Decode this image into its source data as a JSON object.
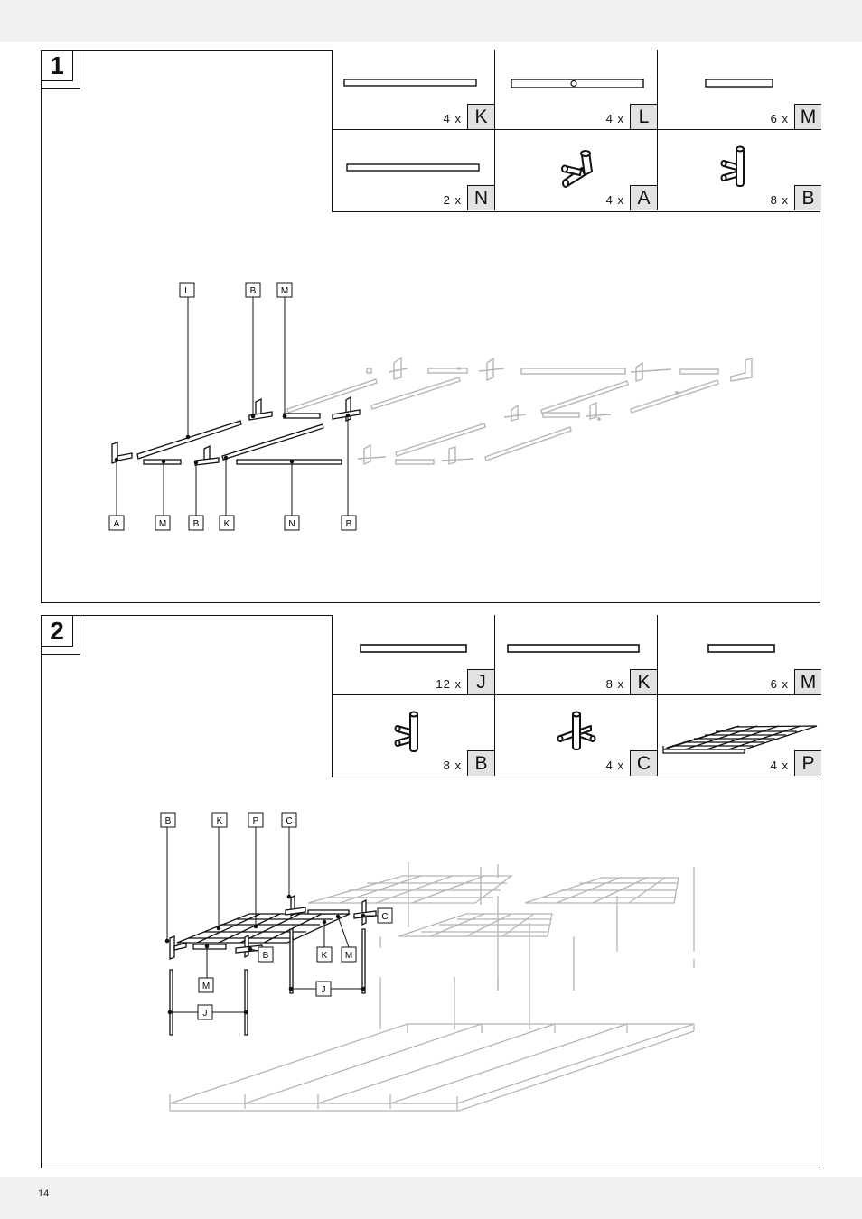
{
  "steps": [
    {
      "number": "1",
      "parts": [
        {
          "qty": "4 x",
          "letter": "K",
          "icon": "bar-long-icon"
        },
        {
          "qty": "4 x",
          "letter": "L",
          "icon": "bar-with-hole-icon"
        },
        {
          "qty": "6 x",
          "letter": "M",
          "icon": "bar-short-icon"
        },
        {
          "qty": "2 x",
          "letter": "N",
          "icon": "bar-extra-long-icon"
        },
        {
          "qty": "4 x",
          "letter": "A",
          "icon": "corner-connector-icon"
        },
        {
          "qty": "8 x",
          "letter": "B",
          "icon": "t-connector-icon"
        }
      ],
      "callouts_top": [
        "L",
        "B",
        "M"
      ],
      "callouts_bottom": [
        "A",
        "M",
        "B",
        "K",
        "N",
        "B"
      ]
    },
    {
      "number": "2",
      "parts": [
        {
          "qty": "12 x",
          "letter": "J",
          "icon": "bar-long-icon"
        },
        {
          "qty": "8 x",
          "letter": "K",
          "icon": "bar-long-icon"
        },
        {
          "qty": "6 x",
          "letter": "M",
          "icon": "bar-short-icon"
        },
        {
          "qty": "8 x",
          "letter": "B",
          "icon": "t-connector-icon"
        },
        {
          "qty": "4 x",
          "letter": "C",
          "icon": "cross-connector-icon"
        },
        {
          "qty": "4 x",
          "letter": "P",
          "icon": "wire-shelf-icon"
        }
      ],
      "callouts_top": [
        "B",
        "K",
        "P",
        "C"
      ],
      "callouts_side": [
        "C",
        "B",
        "K",
        "M",
        "M",
        "J",
        "J"
      ]
    }
  ],
  "page_number": "14"
}
